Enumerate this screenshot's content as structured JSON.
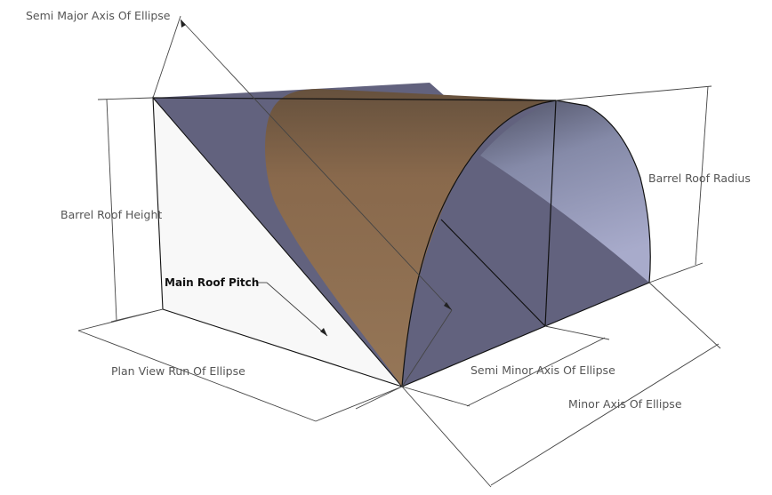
{
  "labels": {
    "semi_major_axis": "Semi Major Axis Of Ellipse",
    "barrel_roof_height": "Barrel Roof Height",
    "barrel_roof_radius": "Barrel Roof Radius",
    "main_roof_pitch": "Main Roof Pitch",
    "plan_view_run": "Plan View Run Of Ellipse",
    "semi_minor_axis": "Semi Minor Axis Of Ellipse",
    "minor_axis": "Minor Axis Of Ellipse"
  },
  "colors": {
    "roof_face": "#62627e",
    "barrel_highlight": "#a3a6c6",
    "elliptical_surface": "#8f7152",
    "gable_face": "#f8f8f8"
  }
}
